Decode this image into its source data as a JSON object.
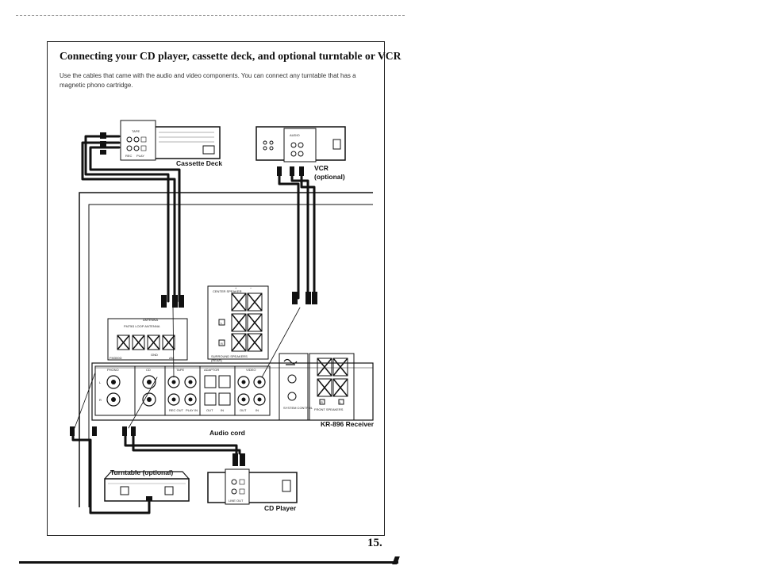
{
  "title": "Connecting your CD player, cassette deck, and optional turntable or VCR",
  "intro": "Use the cables that came with the audio and video components. You can connect any turntable that has a magnetic phono cartridge.",
  "labels": {
    "cassette_deck": "Cassette Deck",
    "vcr": "VCR",
    "vcr_optional": "(optional)",
    "receiver": "KR-896 Receiver",
    "audio_cord": "Audio cord",
    "turntable": "Turntable (optional)",
    "cd_player": "CD Player"
  },
  "tiny_labels": {
    "tape": "TAPE",
    "rec": "REC",
    "play": "PLAY",
    "audio": "AUDIO",
    "antenna": "ANTENNA",
    "fm75": "FM75Ω  LOOP ANTENNA",
    "gnd": "GND",
    "fm300": "FM300Ω",
    "am": "AM",
    "center_speaker": "CENTER SPEAKER",
    "surround": "SURROUND SPEAKERS",
    "rear": "(REAR)",
    "phono": "PHONO",
    "cd": "CD",
    "tape2": "TAPE",
    "adaptor": "ADAPTOR",
    "video": "VIDEO",
    "rec_out": "REC OUT",
    "play_in": "PLAY IN",
    "out": "OUT",
    "in": "IN",
    "system_control": "SYSTEM CONTROL",
    "front_speakers": "FRONT SPEAKERS",
    "line_out": "LINE OUT",
    "l": "L",
    "r": "R",
    "plus": "+",
    "minus": "−"
  },
  "page_number": "15."
}
